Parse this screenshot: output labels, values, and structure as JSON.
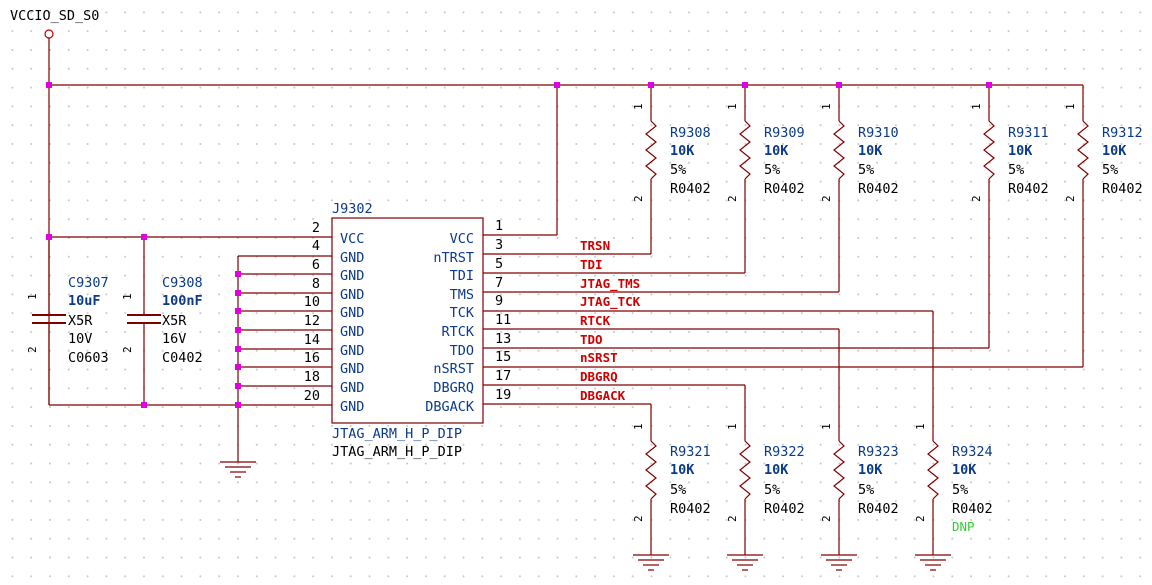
{
  "power": {
    "label": "VCCIO_SD_S0"
  },
  "connector": {
    "ref": "J9302",
    "part": "JTAG_ARM_H_P_DIP",
    "footprint": "JTAG_ARM_H_P_DIP",
    "left_pins": [
      {
        "num": "2",
        "name": "VCC"
      },
      {
        "num": "4",
        "name": "GND"
      },
      {
        "num": "6",
        "name": "GND"
      },
      {
        "num": "8",
        "name": "GND"
      },
      {
        "num": "10",
        "name": "GND"
      },
      {
        "num": "12",
        "name": "GND"
      },
      {
        "num": "14",
        "name": "GND"
      },
      {
        "num": "16",
        "name": "GND"
      },
      {
        "num": "18",
        "name": "GND"
      },
      {
        "num": "20",
        "name": "GND"
      }
    ],
    "right_pins": [
      {
        "num": "1",
        "name": "VCC",
        "net": ""
      },
      {
        "num": "3",
        "name": "nTRST",
        "net": "TRSN"
      },
      {
        "num": "5",
        "name": "TDI",
        "net": "TDI"
      },
      {
        "num": "7",
        "name": "TMS",
        "net": "JTAG_TMS"
      },
      {
        "num": "9",
        "name": "TCK",
        "net": "JTAG_TCK"
      },
      {
        "num": "11",
        "name": "RTCK",
        "net": "RTCK"
      },
      {
        "num": "13",
        "name": "TDO",
        "net": "TDO"
      },
      {
        "num": "15",
        "name": "nSRST",
        "net": "nSRST"
      },
      {
        "num": "17",
        "name": "DBGRQ",
        "net": "DBGRQ"
      },
      {
        "num": "19",
        "name": "DBGACK",
        "net": "DBGACK"
      }
    ]
  },
  "capacitors": [
    {
      "ref": "C9307",
      "value": "10uF",
      "dielectric": "X5R",
      "voltage": "10V",
      "package": "C0603",
      "pin1": "1",
      "pin2": "2"
    },
    {
      "ref": "C9308",
      "value": "100nF",
      "dielectric": "X5R",
      "voltage": "16V",
      "package": "C0402",
      "pin1": "1",
      "pin2": "2"
    }
  ],
  "pullups": [
    {
      "ref": "R9308",
      "value": "10K",
      "tolerance": "5%",
      "package": "R0402",
      "pin1": "1",
      "pin2": "2"
    },
    {
      "ref": "R9309",
      "value": "10K",
      "tolerance": "5%",
      "package": "R0402",
      "pin1": "1",
      "pin2": "2"
    },
    {
      "ref": "R9310",
      "value": "10K",
      "tolerance": "5%",
      "package": "R0402",
      "pin1": "1",
      "pin2": "2"
    },
    {
      "ref": "R9311",
      "value": "10K",
      "tolerance": "5%",
      "package": "R0402",
      "pin1": "1",
      "pin2": "2"
    },
    {
      "ref": "R9312",
      "value": "10K",
      "tolerance": "5%",
      "package": "R0402",
      "pin1": "1",
      "pin2": "2"
    }
  ],
  "pulldowns": [
    {
      "ref": "R9321",
      "value": "10K",
      "tolerance": "5%",
      "package": "R0402",
      "pin1": "1",
      "pin2": "2",
      "note": ""
    },
    {
      "ref": "R9322",
      "value": "10K",
      "tolerance": "5%",
      "package": "R0402",
      "pin1": "1",
      "pin2": "2",
      "note": ""
    },
    {
      "ref": "R9323",
      "value": "10K",
      "tolerance": "5%",
      "package": "R0402",
      "pin1": "1",
      "pin2": "2",
      "note": ""
    },
    {
      "ref": "R9324",
      "value": "10K",
      "tolerance": "5%",
      "package": "R0402",
      "pin1": "1",
      "pin2": "2",
      "note": "DNP"
    }
  ],
  "colors": {
    "wire": "#800000",
    "junction": "#e000e0",
    "ref": "#0b3a8a",
    "net": "#d00000",
    "dnp": "#33cc33"
  }
}
